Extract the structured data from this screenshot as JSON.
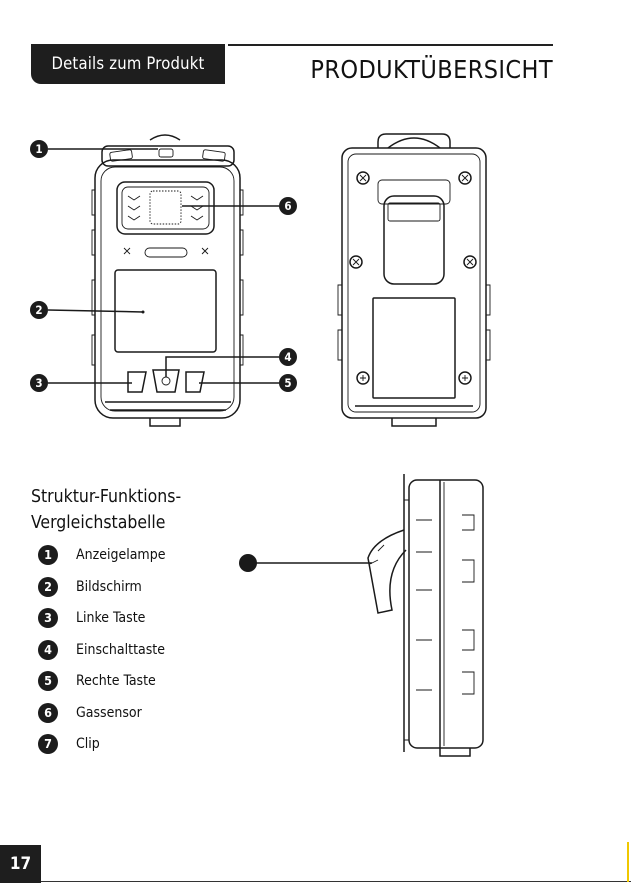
{
  "header": {
    "tab": "Details zum Produkt",
    "title": "PRODUKTÜBERSICHT"
  },
  "section": {
    "title_line1": "Struktur-Funktions-",
    "title_line2": "Vergleichstabelle"
  },
  "legend": [
    {
      "num": "1",
      "label": "Anzeigelampe"
    },
    {
      "num": "2",
      "label": "Bildschirm"
    },
    {
      "num": "3",
      "label": "Linke Taste"
    },
    {
      "num": "4",
      "label": "Einschalttaste"
    },
    {
      "num": "5",
      "label": "Rechte Taste"
    },
    {
      "num": "6",
      "label": "Gassensor"
    },
    {
      "num": "7",
      "label": "Clip"
    }
  ],
  "callouts": {
    "c1": "1",
    "c2": "2",
    "c3": "3",
    "c4": "4",
    "c5": "5",
    "c6": "6"
  },
  "page_number": "17",
  "colors": {
    "ink": "#1e1e1e",
    "accent": "#f0c800"
  }
}
